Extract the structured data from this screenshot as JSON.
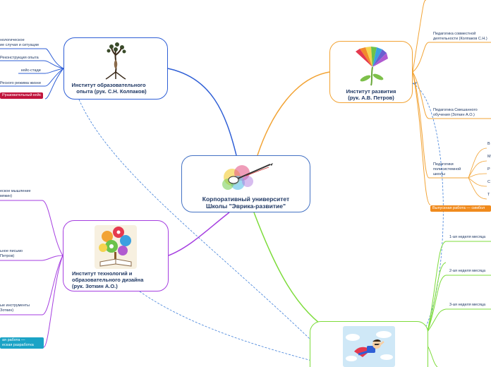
{
  "central": {
    "title_line1": "Корпоративный университет",
    "title_line2": "Школы \"Эврика-развитие\""
  },
  "top_left": {
    "title_line1": "Институт образовательного",
    "title_line2": "опыта  (рук. С.Н. Колпаков)",
    "leaves": [
      "нологическое",
      "ие случая и ситуации",
      "Реконструкция опыта",
      "кейс-стади",
      "Реского режима жизни"
    ],
    "tag": "Рразовательный кейс"
  },
  "top_right": {
    "title_line1": "Институт развития",
    "title_line2": "(рук. А.В. Петров)",
    "leaves": [
      "Педагогика совместной",
      "деятельности (Колпаков С.Н.)",
      "Педагогика Смешанного",
      "обучения (Зоткин А.О.)",
      "Педагогики",
      "полисистемной",
      "школы"
    ],
    "sub_leaves": [
      "В",
      "М",
      "Р",
      "С",
      "Т"
    ],
    "tag": "Выпускная работа — симбол"
  },
  "bottom_left": {
    "title_line1": "Институт технологий и",
    "title_line2": "образовательного дизайна",
    "title_line3": "(рук. Зоткин А.О.)",
    "leaves": [
      "еское мышление",
      "мпкин)",
      "ьное письмо",
      "Петров)",
      "ые инструменты",
      "Зоткин)"
    ],
    "tag_line1": "ая работа —",
    "tag_line2": "еская разработка"
  },
  "bottom_right": {
    "leaves": [
      "1-ая неделя месяца",
      "2-ая неделя месяца",
      "3-ая неделя месяца"
    ]
  },
  "colors": {
    "blue": "#2f5fd6",
    "orange": "#f2a334",
    "purple": "#a53ee0",
    "green": "#7ddc3b",
    "crimson_tag": "#c0143c",
    "orange_tag": "#f08a1c",
    "teal_tag": "#1ba3c6"
  }
}
